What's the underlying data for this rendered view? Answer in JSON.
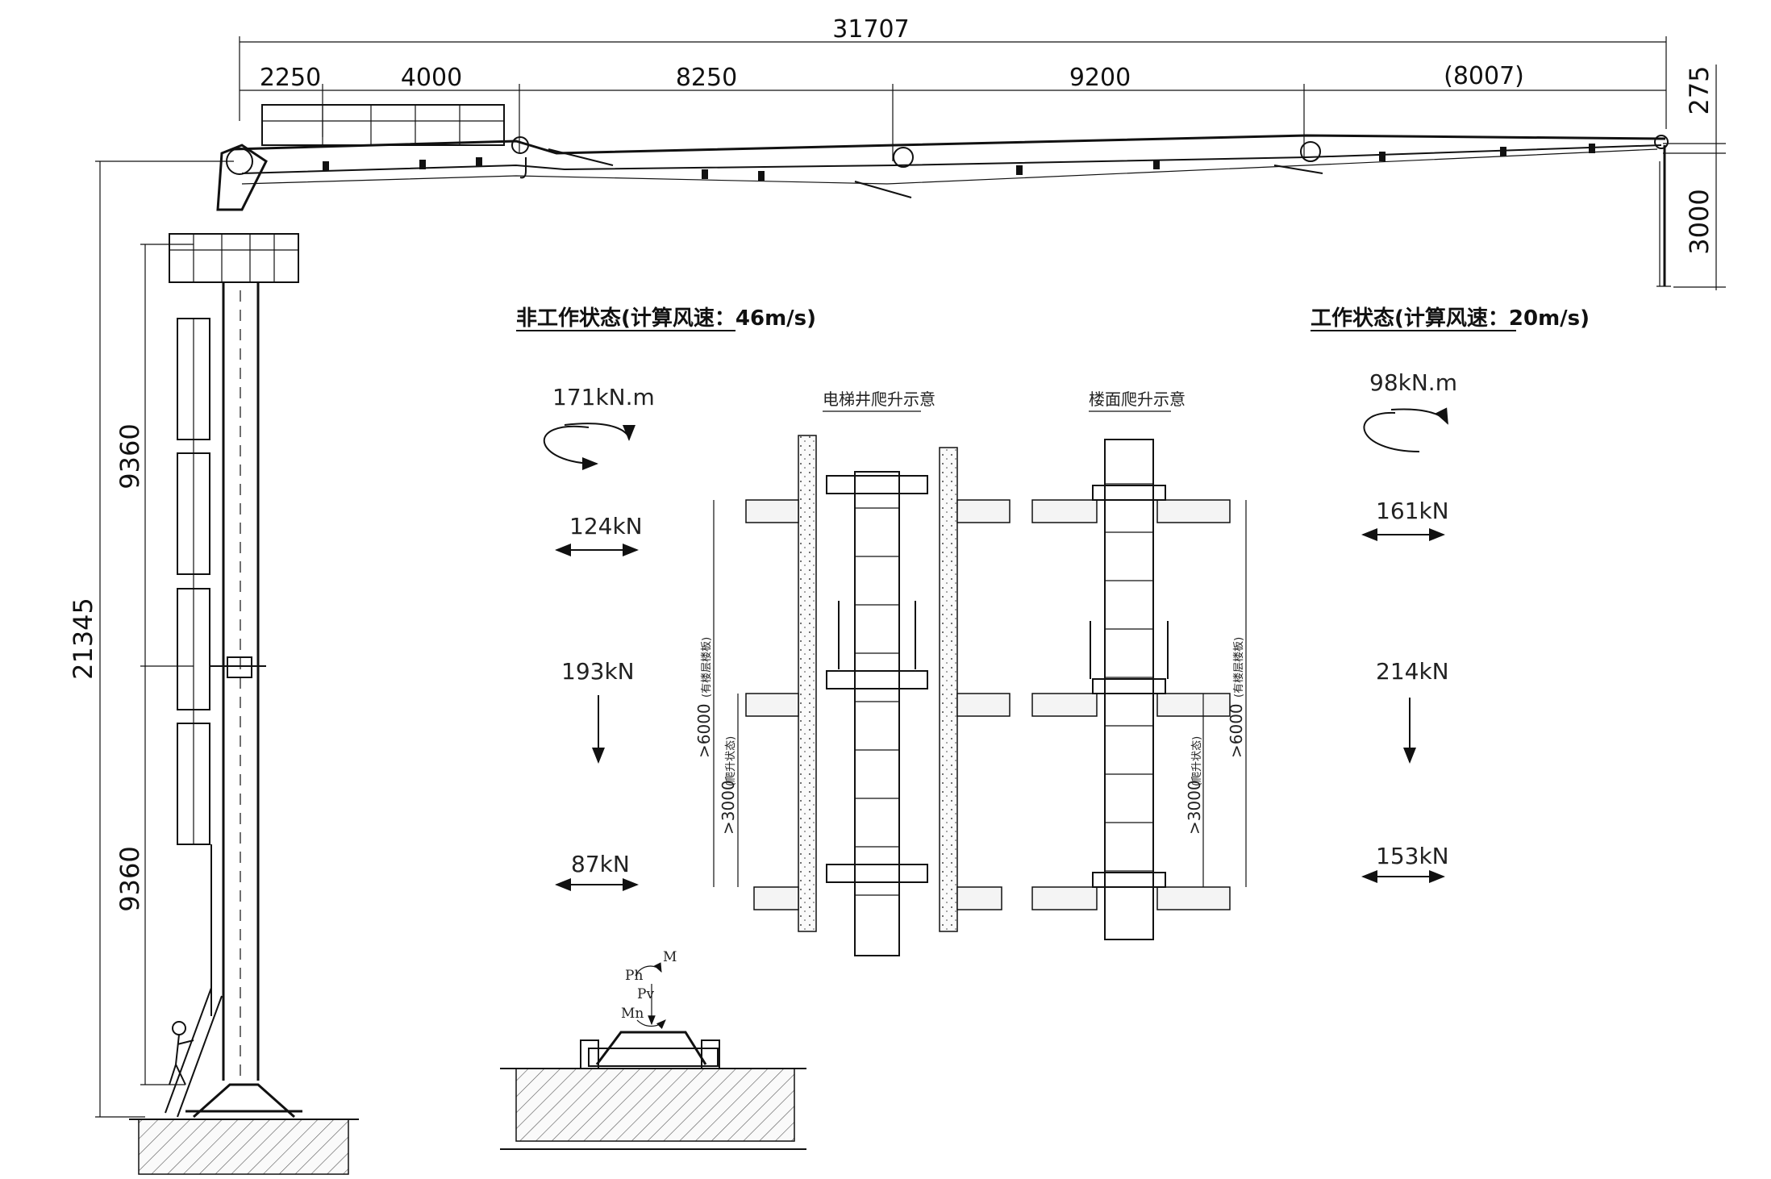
{
  "dimensions": {
    "total_reach": "31707",
    "segment_1": "2250",
    "segment_2": "4000",
    "segment_3": "8250",
    "segment_4": "9200",
    "segment_5": "(8007)",
    "tip_offset": "275",
    "end_hose": "3000",
    "mast_height": "21345",
    "mast_upper": "9360",
    "mast_lower": "9360"
  },
  "non_working": {
    "heading": "非工作状态(计算风速：46m/s)",
    "moment": "171kN.m",
    "shear_top": "124kN",
    "vertical": "193kN",
    "shear_bottom": "87kN"
  },
  "working": {
    "heading": "工作状态(计算风速：20m/s)",
    "moment": "98kN.m",
    "shear_top": "161kN",
    "vertical": "214kN",
    "shear_bottom": "153kN"
  },
  "climbing": {
    "elevator_title": "电梯井爬升示意",
    "floor_title": "楼面爬升示意",
    "spacing_6000": ">6000",
    "spacing_6000_note": "(有楼层楼板)",
    "spacing_3000": ">3000",
    "spacing_3000_note": "(爬升状态)"
  },
  "base_forces": {
    "M": "M",
    "Ph": "Ph",
    "Pv": "Pv",
    "Mn": "Mn"
  }
}
